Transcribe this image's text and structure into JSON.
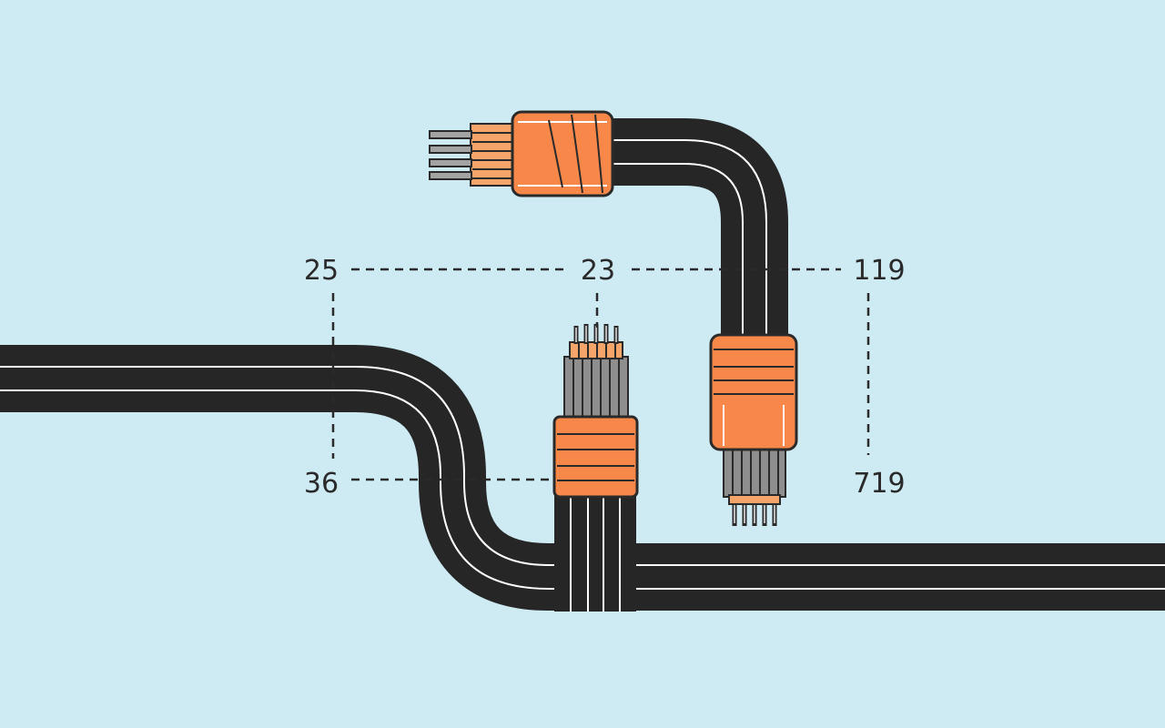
{
  "colors": {
    "background": "#ceebf4",
    "cable": "#262626",
    "cable_stripe": "#ffffff",
    "sleeve": "#f7884a",
    "outline": "#2a2a2a",
    "strand_gray": "#8e8e8e",
    "strand_copper": "#f5a46a",
    "dash": "#2a2a2a",
    "text": "#2a2a2a"
  },
  "labels": {
    "top_left": "25",
    "top_middle": "23",
    "top_right": "119",
    "bottom_left": "36",
    "bottom_right": "719"
  }
}
